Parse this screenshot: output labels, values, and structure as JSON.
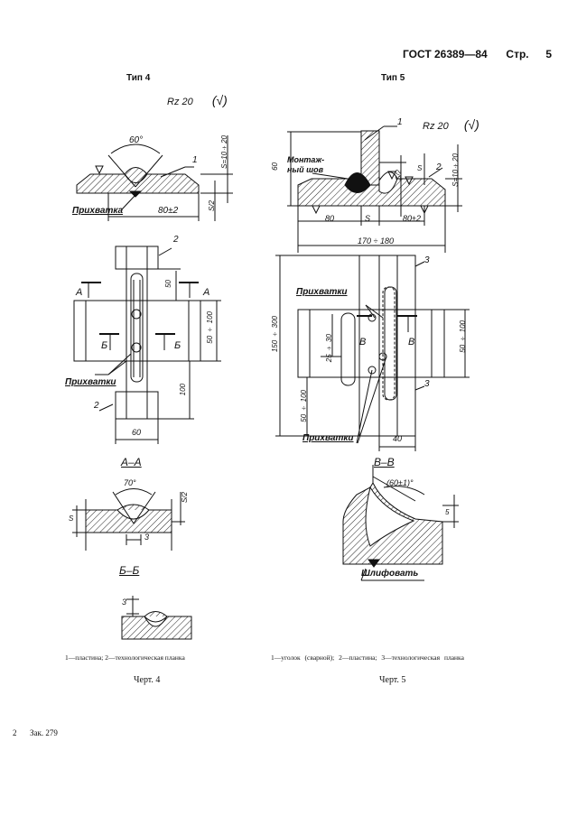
{
  "header": {
    "standard": "ГОСТ 26389—84",
    "page_label": "Стр.",
    "page_number": "5"
  },
  "left": {
    "type_label": "Тип 4",
    "roughness": "Rz 20",
    "roughness_paren": "(√)",
    "angle": "60°",
    "part_number": "1",
    "dim_s": "S=10÷20",
    "dim_s_half": "S/2",
    "tack_label": "Прихватка",
    "width": "80±2",
    "part2_top": "2",
    "part2_bottom": "2",
    "section_a": "А",
    "section_b": "Б",
    "dim_50": "50",
    "dim_50_100": "50 ÷ 100",
    "dim_100": "100",
    "tacks_label": "Прихватки",
    "dim_60": "60",
    "section_aa_title": "А–А",
    "aa_angle": "70°",
    "aa_s": "S",
    "aa_s2": "S/2",
    "aa_3": "3",
    "section_bb_title": "Б–Б",
    "bb_3": "3",
    "caption": "1—пластина; 2—технологическая планка",
    "chert": "Черт. 4"
  },
  "right": {
    "type_label": "Тип 5",
    "roughness": "Rz 20",
    "roughness_paren": "(√)",
    "part1": "1",
    "part2": "2",
    "part3_top": "3",
    "part3_bottom": "3",
    "mount_weld": "Монтаж-\nный шов",
    "mount_weld_1": "Монтаж-",
    "mount_weld_2": "ный шов",
    "dim_60": "60",
    "dim_s2": "S/2",
    "dim_s": "S",
    "dim_s_range": "S=10÷20",
    "dim_80": "80",
    "dim_s_mid": "S",
    "dim_80_2": "80±2",
    "dim_170": "170 ÷ 180",
    "tacks_top": "Прихватки",
    "section_v": "В",
    "dim_150_300": "150 ÷ 300",
    "dim_25_30": "25 ÷ 30",
    "dim_50_100_left": "50 ÷ 100",
    "dim_50_100_right": "50 ÷ 100",
    "tacks_bottom": "Прихватки",
    "dim_40": "40",
    "section_vv_title": "В–В",
    "vv_angle": "(60±1)°",
    "vv_5": "5",
    "grind_label": "Шлифовать",
    "caption": "1—уголок (сварной); 2—пластина; 3—технологическая планка",
    "chert": "Черт. 5"
  },
  "footer": {
    "page": "2",
    "order": "Зак. 279"
  }
}
